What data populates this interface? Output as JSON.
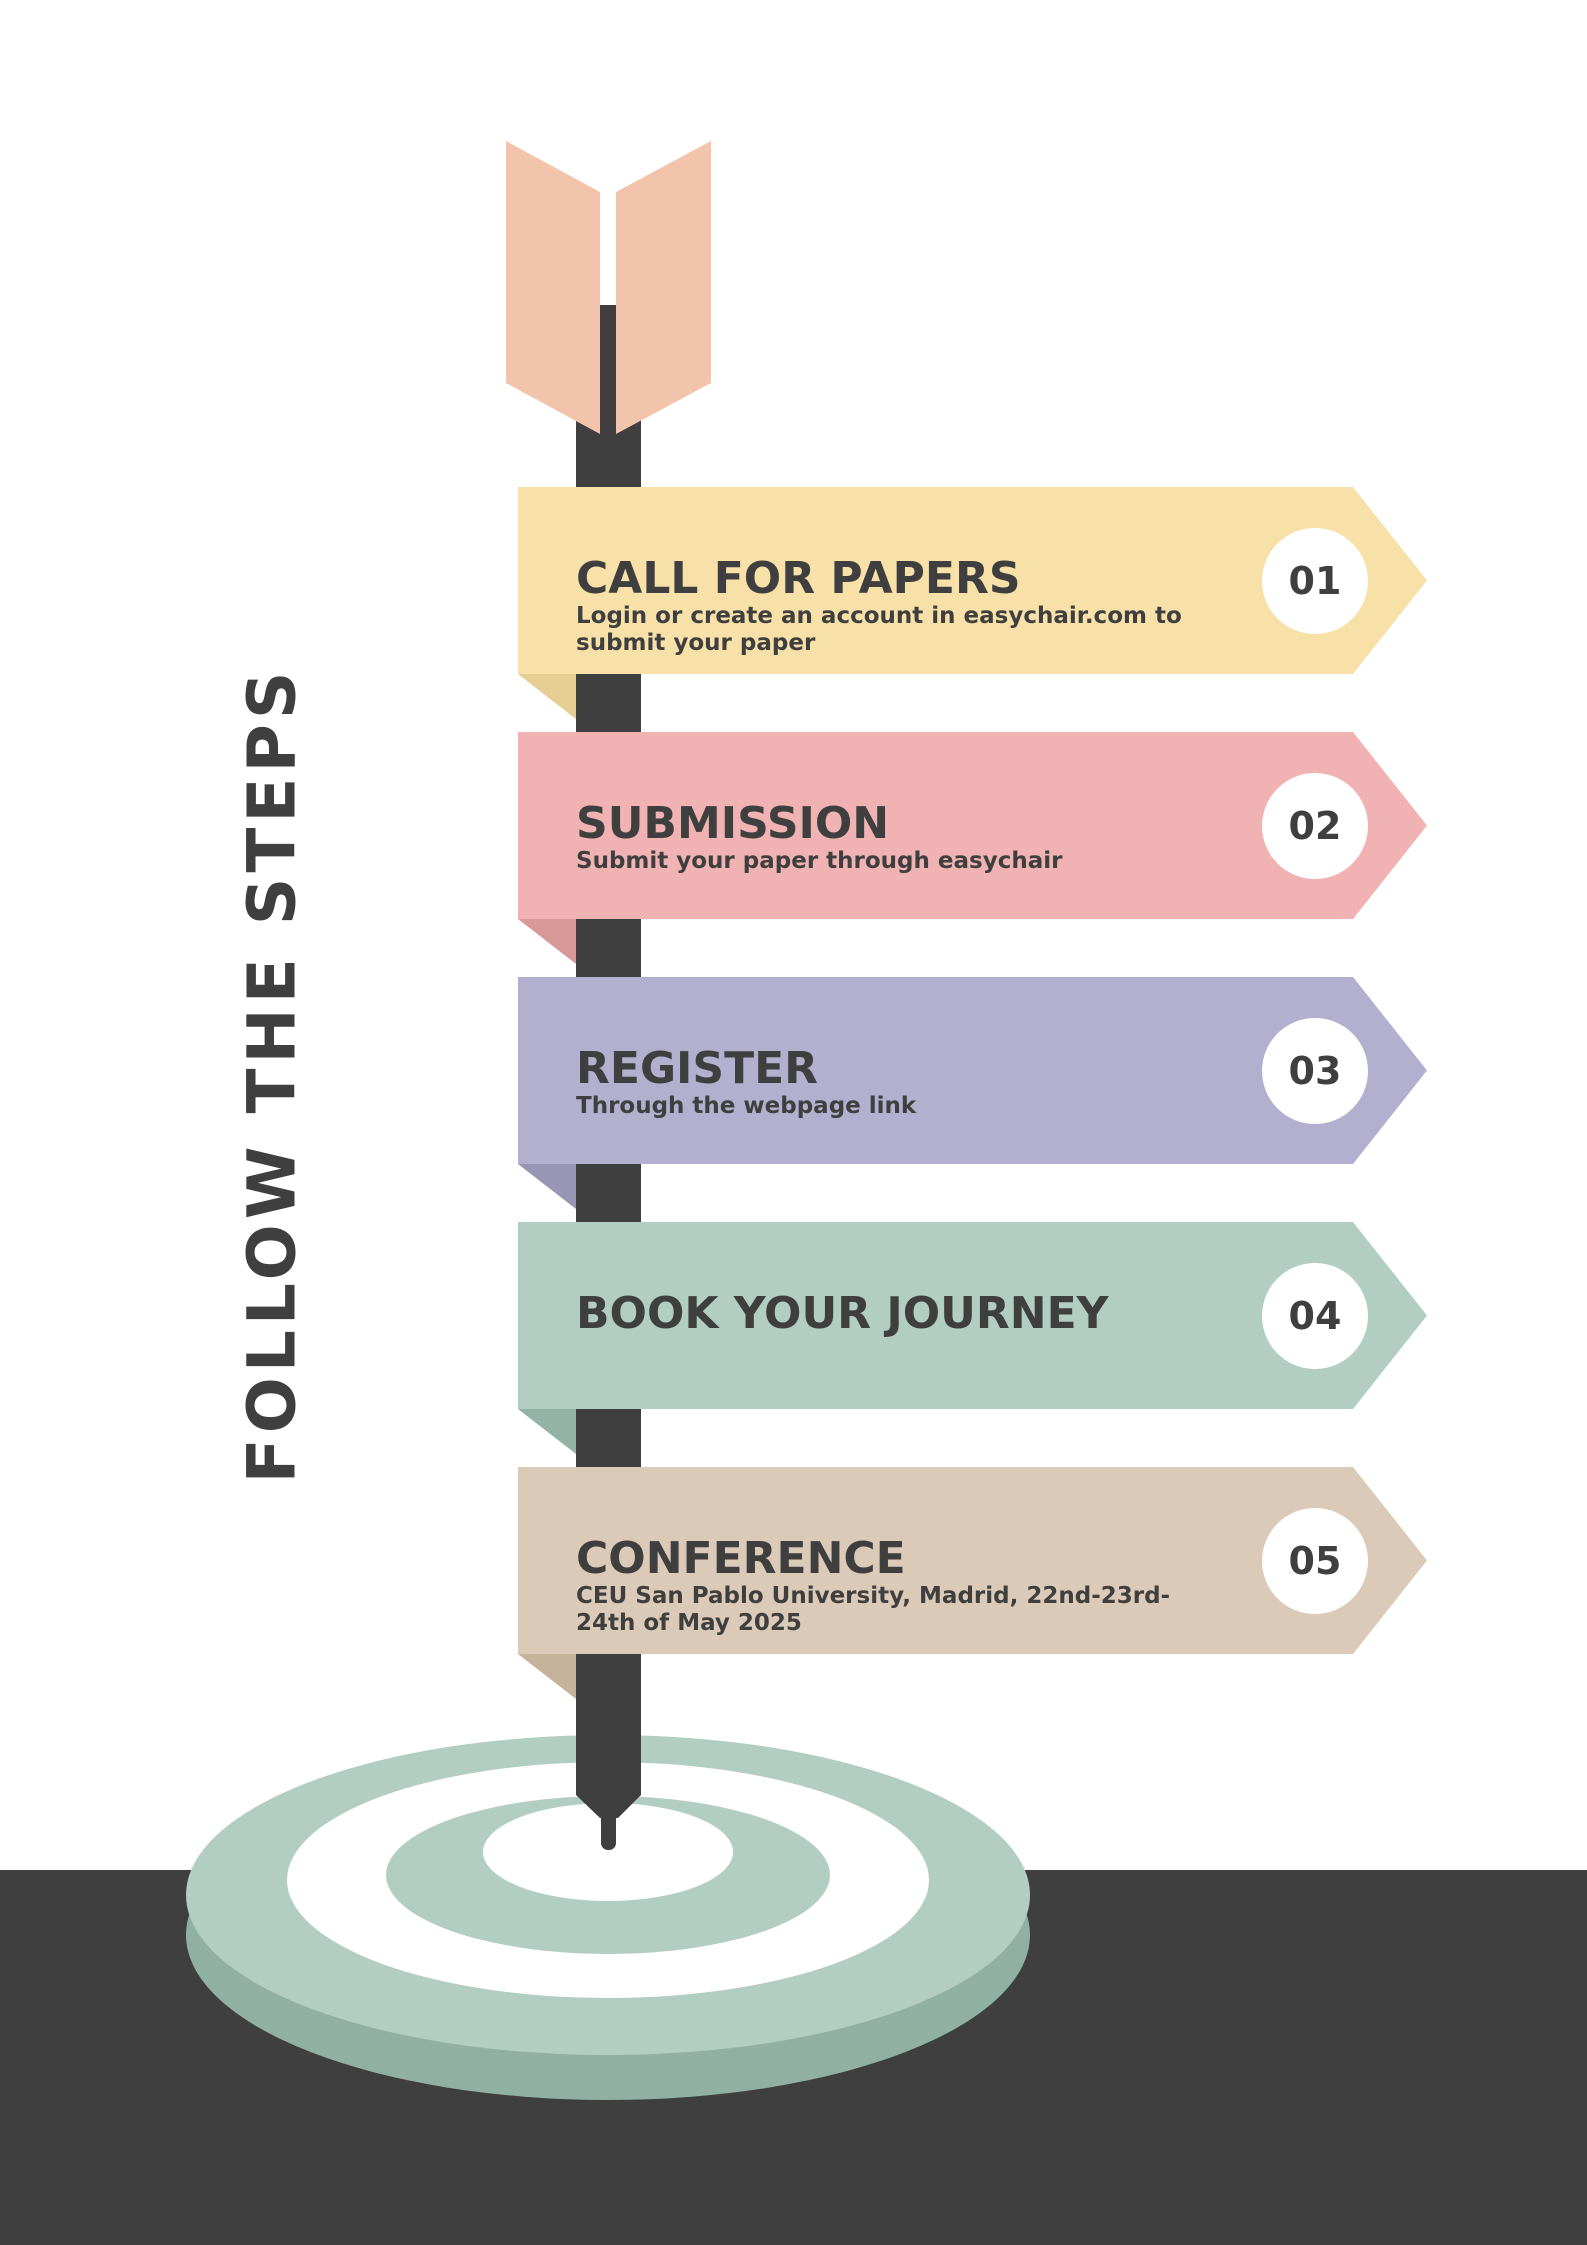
{
  "heading": "FOLLOW THE STEPS",
  "colors": {
    "dark": "#3f3f3f",
    "fletching": "#f2c4ab",
    "target_outer": "#b2cec2",
    "target_shadow": "#8fb0a3"
  },
  "steps": [
    {
      "number": "01",
      "title": "CALL FOR PAPERS",
      "description": "Login or create an account in easychair.com to submit your paper",
      "color": "#f7e1a8",
      "fold_color": "#e6cd94"
    },
    {
      "number": "02",
      "title": "SUBMISSION",
      "description": "Submit your paper through easychair",
      "color": "#f0b2b2",
      "fold_color": "#d99898"
    },
    {
      "number": "03",
      "title": "REGISTER",
      "description": "Through the webpage link",
      "color": "#b3b0cf",
      "fold_color": "#9995b5"
    },
    {
      "number": "04",
      "title": "BOOK YOUR JOURNEY",
      "description": "",
      "color": "#b2cec2",
      "fold_color": "#93b3a6"
    },
    {
      "number": "05",
      "title": "CONFERENCE",
      "description": "CEU San Pablo University, Madrid, 22nd-23rd-24th of May 2025",
      "color": "#dccab8",
      "fold_color": "#c7b29c"
    }
  ]
}
